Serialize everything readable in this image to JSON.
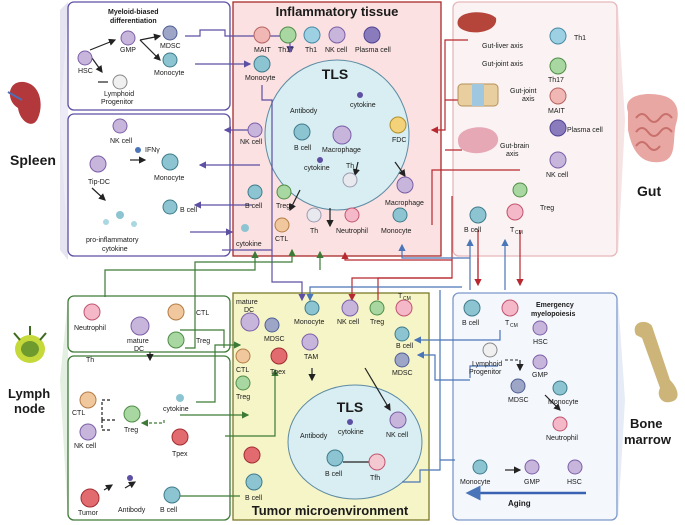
{
  "organs": {
    "spleen": "Spleen",
    "gut": "Gut",
    "lymph_node": [
      "Lymph",
      "node"
    ],
    "bone_marrow": [
      "Bone",
      "marrow"
    ]
  },
  "panels": {
    "inflammatory_tissue": "Inflammatory tissue",
    "tumor_microenvironment": "Tumor microenvironment",
    "tls": "TLS",
    "myeloid_biased": [
      "Myeloid-biased",
      "differentiation"
    ],
    "emergency": [
      "Emergency",
      "myelopoiesis"
    ],
    "aging": "Aging"
  },
  "cells": {
    "hsc": "HSC",
    "gmp": "GMP",
    "mdsc": "MDSC",
    "monocyte": "Monocyte",
    "lymphoid_progenitor": [
      "Lymphoid",
      "Progenitor"
    ],
    "nk_cell": "NK cell",
    "ifng": "IFNγ",
    "tip_dc": "Tip-DC",
    "b_cell": "B cell",
    "pro_inflammatory": [
      "pro-inflammatory",
      "cytokine"
    ],
    "mait": "MAIT",
    "th17": "Th17",
    "th1": "Th1",
    "plasma_cell": "Plasma cell",
    "antibody": "Antibody",
    "cytokine": "cytokine",
    "macrophage": "Macrophage",
    "fdc": "FDC",
    "treg": "Treg",
    "th": "Th",
    "ctl": "CTL",
    "neutrophil": "Neutrophil",
    "gut_liver": "Gut-liver axis",
    "gut_joint": "Gut-joint axis",
    "gut_joint2": [
      "Gut-joint",
      "axis"
    ],
    "gut_brain": [
      "Gut-brain",
      "axis"
    ],
    "tcm": "T",
    "tcm_sub": "CM",
    "mature_dc": [
      "mature",
      "DC"
    ],
    "tpex": "Tpex",
    "tam": "TAM",
    "tfh": "Tfh",
    "tumor": "Tumor"
  },
  "colors": {
    "purple": "#5d4fa3",
    "red": "#b8282f",
    "green": "#3d7a36",
    "blue": "#4a75b8",
    "pink": "#e9b9bd",
    "yellow": "#f4f3c4"
  }
}
